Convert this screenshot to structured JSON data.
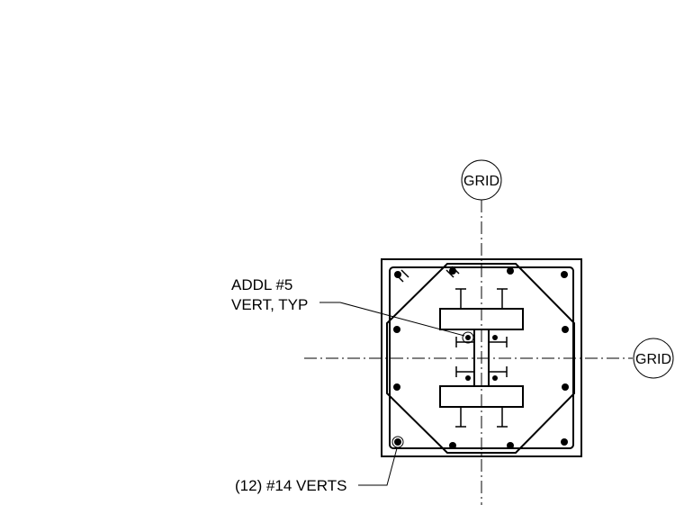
{
  "drawing": {
    "grid_label_top": "GRID",
    "grid_label_right": "GRID",
    "note_addl_line1": "ADDL #5",
    "note_addl_line2": "VERT, TYP",
    "note_verts": "(12) #14 VERTS"
  }
}
